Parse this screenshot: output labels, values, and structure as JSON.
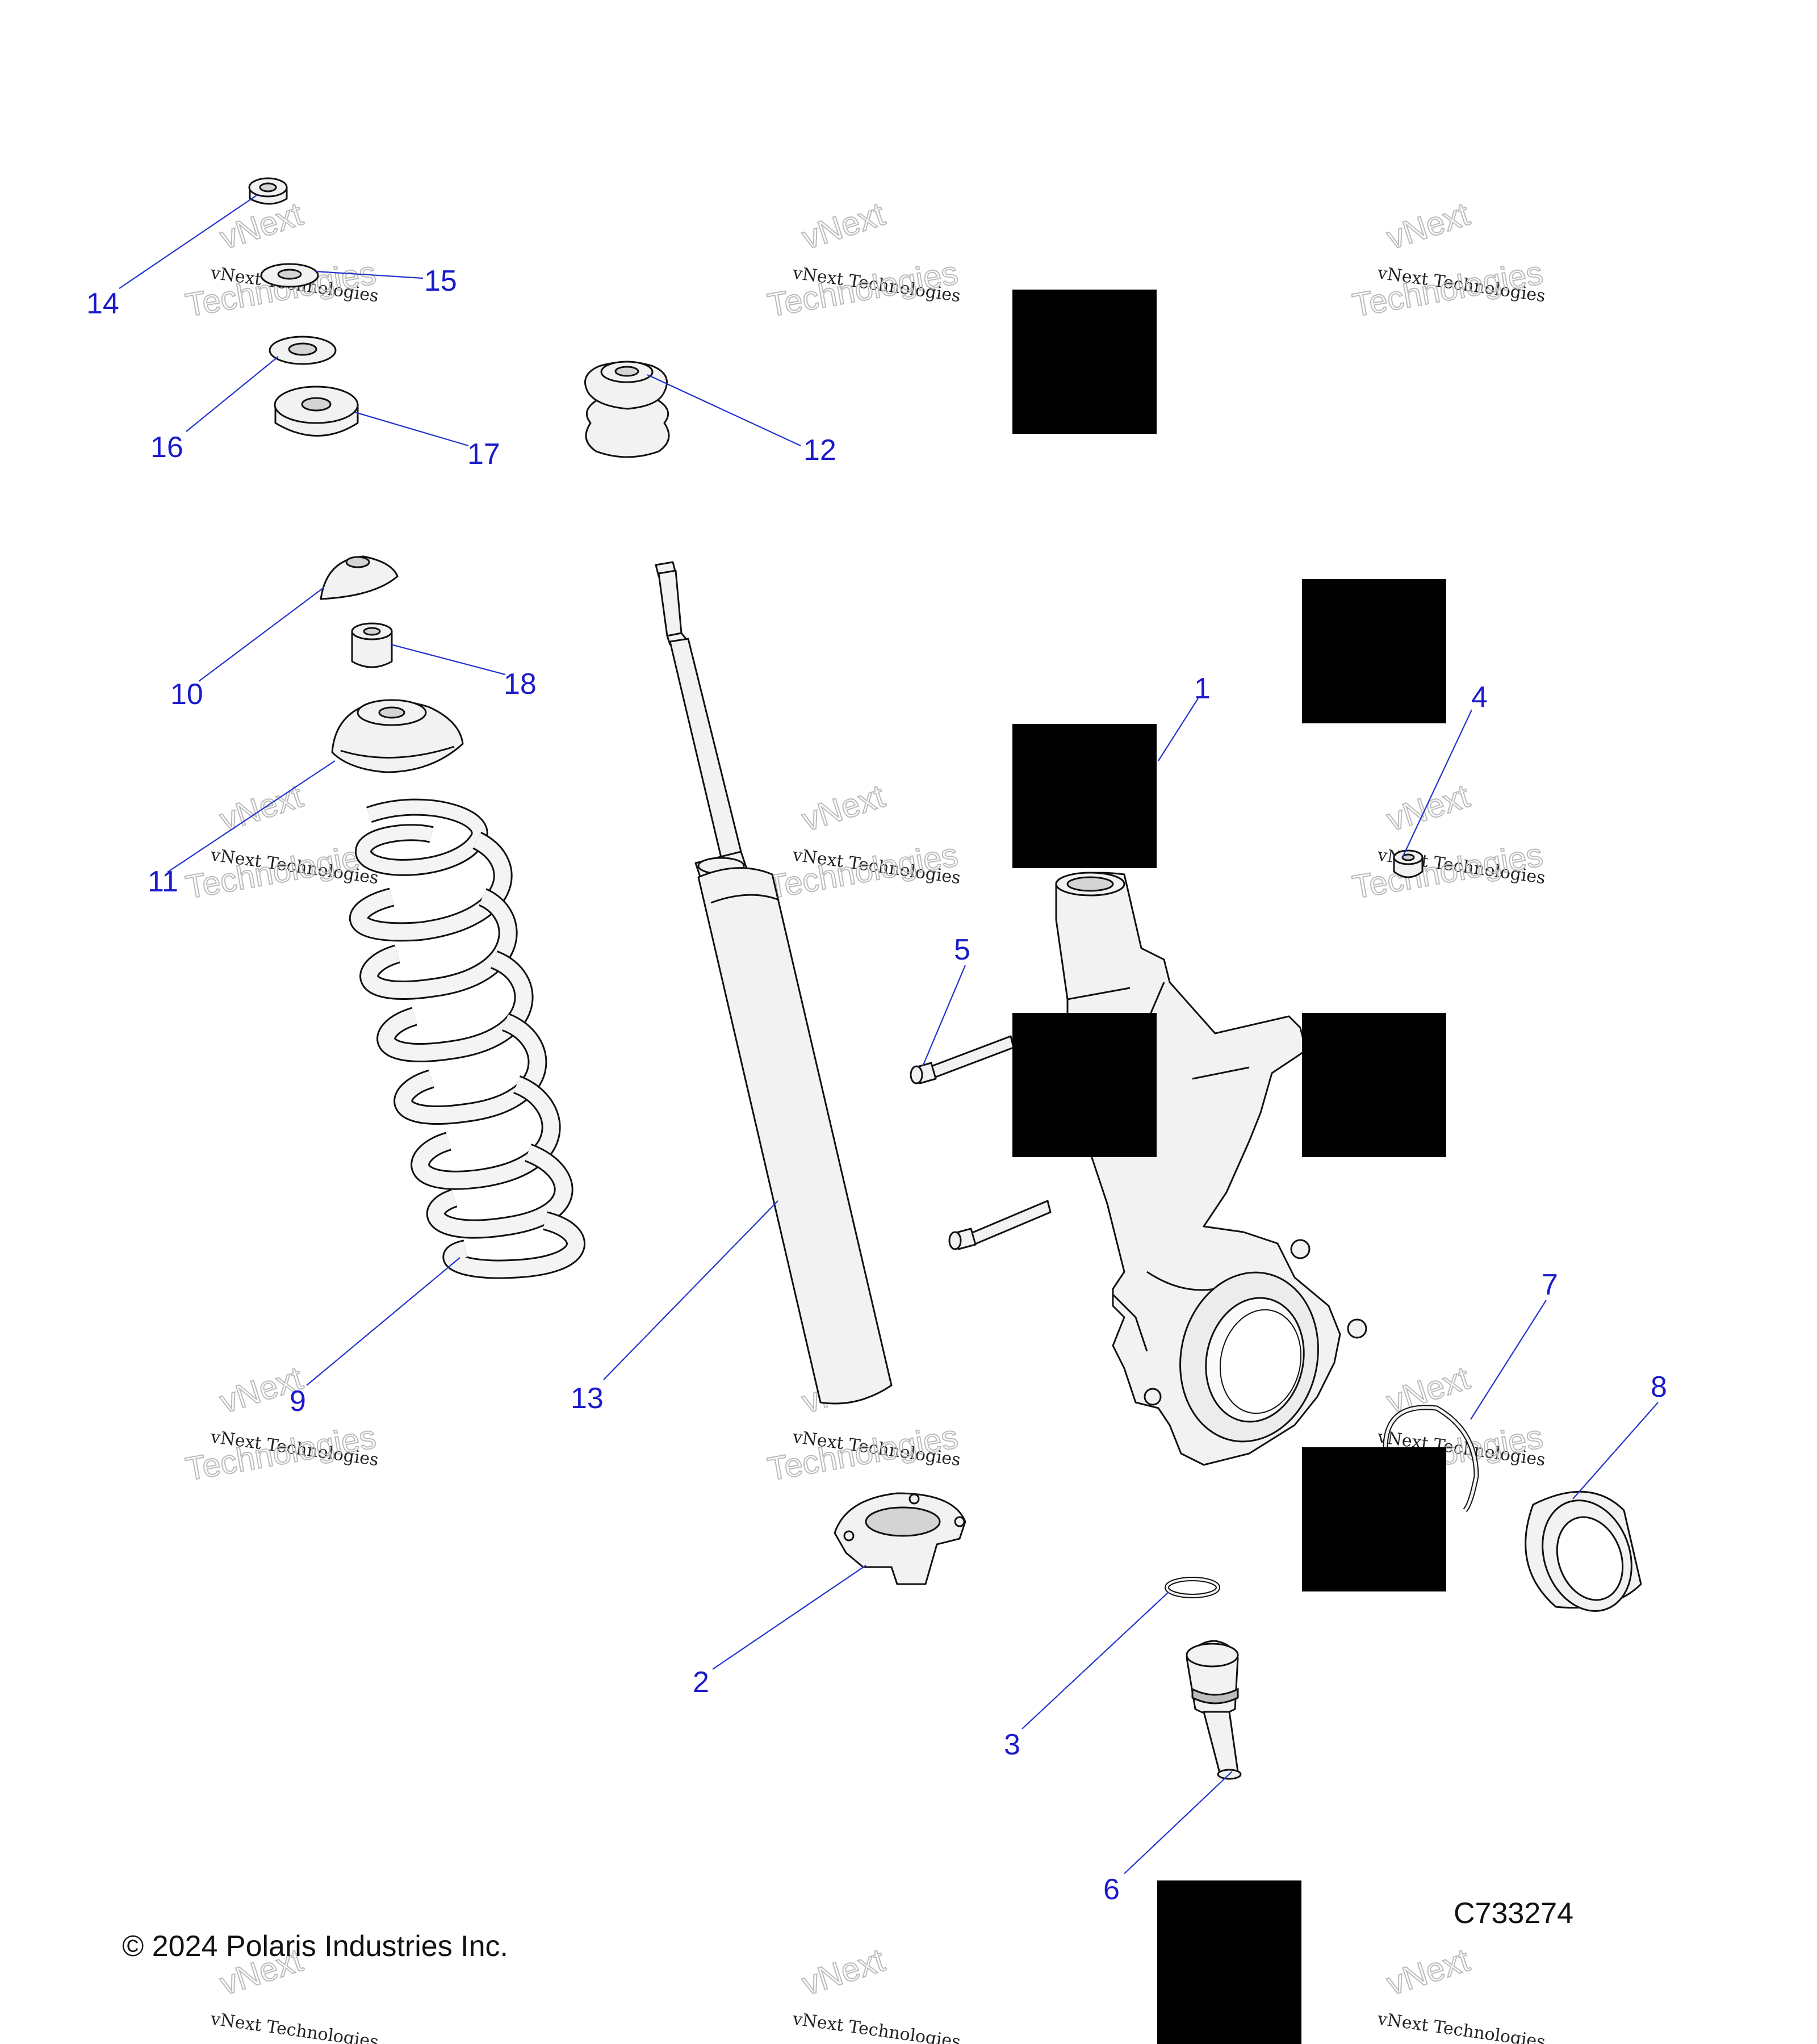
{
  "diagram": {
    "callouts": [
      "1",
      "2",
      "3",
      "4",
      "5",
      "6",
      "7",
      "8",
      "9",
      "10",
      "11",
      "12",
      "13",
      "14",
      "15",
      "16",
      "17",
      "18"
    ],
    "watermark_line1": "vNext Technologies",
    "watermark_line2": "vNext",
    "watermark_line3": "Technologies"
  },
  "footer": {
    "copyright": "© 2024 Polaris Industries Inc.",
    "drawing_id": "C733274"
  },
  "colors": {
    "callout": "#1a1acc",
    "part_fill": "#f2f2f2",
    "redaction": "#000000"
  }
}
